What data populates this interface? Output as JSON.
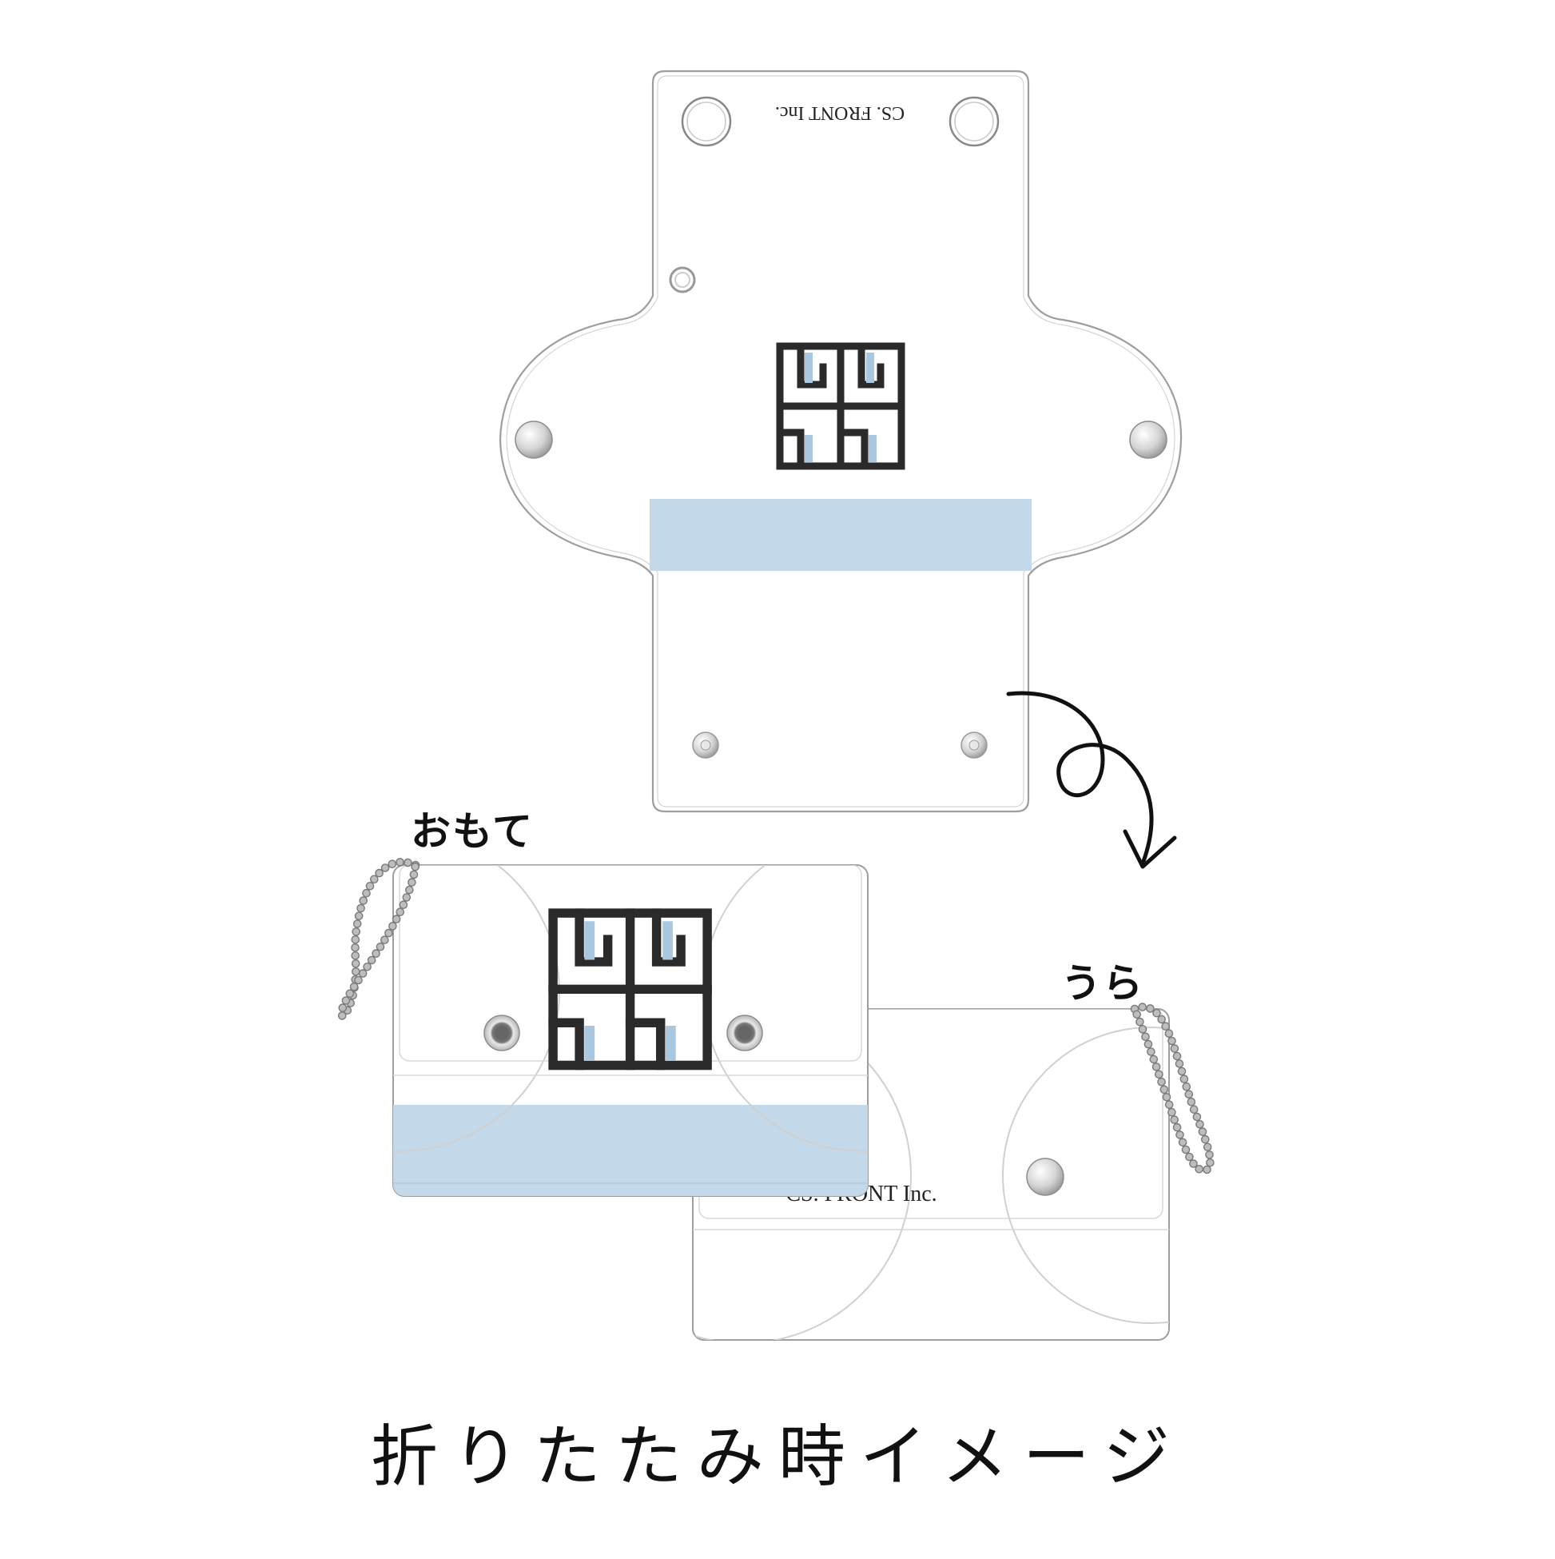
{
  "brand": {
    "company_text": "CS. FRONT Inc."
  },
  "labels": {
    "front": "おもて",
    "back": "うら"
  },
  "caption": "折りたたみ時イメージ",
  "colors": {
    "accent_band": "#c3d9ea",
    "logo_dark": "#2a2a2a",
    "outline": "#9e9e9e"
  },
  "icons": {
    "logo": "cs-front-logo-icon",
    "snap": "snap-button-icon",
    "chain": "ball-chain-icon",
    "arrow": "curved-arrow-icon"
  }
}
